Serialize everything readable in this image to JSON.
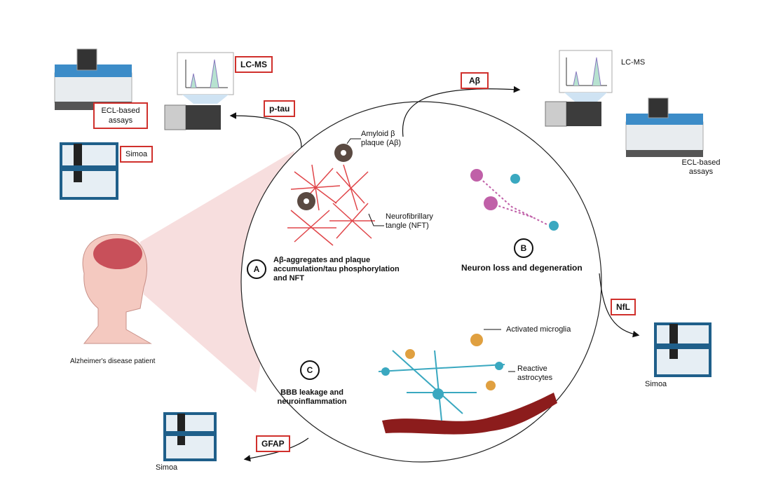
{
  "labels": {
    "lcms_left": "LC-MS",
    "ecl_left": "ECL-based assays",
    "simoa_left": "Simoa",
    "ptau": "p-tau",
    "abeta_marker": "Aβ",
    "lcms_right": "LC-MS",
    "ecl_right": "ECL-based assays",
    "amyloid": "Amyloid β plaque (Aβ)",
    "nft": "Neurofibrillary tangle (NFT)",
    "section_a_letter": "A",
    "section_a": "Aβ-aggregates and plaque accumulation/tau phosphorylation and NFT",
    "section_b_letter": "B",
    "section_b": "Neuron loss and degeneration",
    "nfl": "NfL",
    "simoa_right": "Simoa",
    "microglia": "Activated microglia",
    "astrocytes": "Reactive astrocytes",
    "section_c_letter": "C",
    "section_c": "BBB leakage and neuroinflammation",
    "gfap": "GFAP",
    "simoa_bottom": "Simoa",
    "patient": "Alzheimer's disease patient"
  },
  "colors": {
    "highlight_box": "#d0302c",
    "tangle": "#e0464a",
    "neuron": "#c060a8",
    "astrocyte": "#3aa8c0",
    "microglia": "#e0a040",
    "vessel": "#8c1c1c",
    "instrument_blue": "#1f5f8a"
  }
}
